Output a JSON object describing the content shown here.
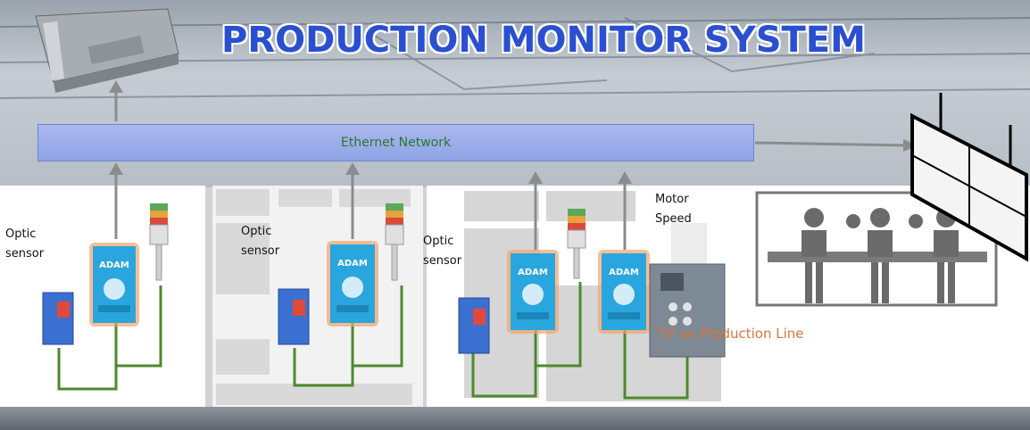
{
  "title": "PRODUCTION MONITOR SYSTEM",
  "network": {
    "label": "Ethernet Network"
  },
  "station_labels": {
    "optic_1": "Optic\nsensor",
    "optic_2": "Optic\nsensor",
    "optic_3": "Optic\nsensor",
    "motor_speed": "Motor\nSpeed"
  },
  "module_brand": "ADAM",
  "tv_label": "TV on Production Line",
  "colors": {
    "title": "#2a4fd0",
    "network_bar": "#9aacea",
    "network_text": "#2a7a2a",
    "module_body": "#2aa6de",
    "module_glow": "#f0a060",
    "wire": "#4c8a2e",
    "sensor": "#3b6fd0",
    "tv_text": "#e0733a"
  },
  "icons": [
    "industrial-pc-icon",
    "optic-sensor-icon",
    "adam-module-icon",
    "signal-tower-icon",
    "vfd-drive-icon",
    "workers-icon",
    "tv-screen-icon"
  ]
}
